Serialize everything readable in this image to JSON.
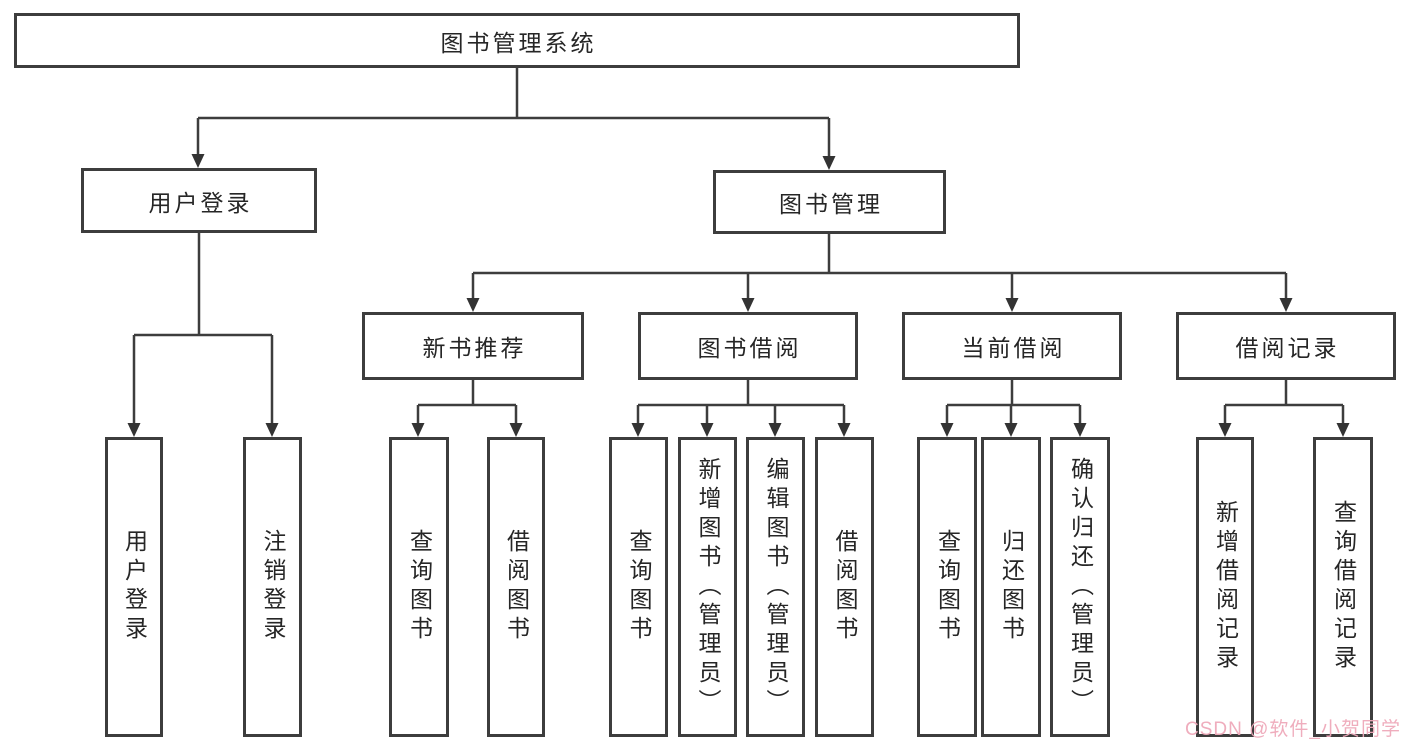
{
  "diagram": {
    "title_note": "functional structure tree",
    "colors": {
      "line": "#3d3d3d",
      "text": "#262626",
      "background": "#ffffff",
      "watermark": "#efa9ba"
    },
    "tree": {
      "root": {
        "label": "图书管理系统"
      },
      "level1": [
        {
          "label": "用户登录"
        },
        {
          "label": "图书管理"
        }
      ],
      "level2": [
        {
          "label": "新书推荐"
        },
        {
          "label": "图书借阅"
        },
        {
          "label": "当前借阅"
        },
        {
          "label": "借阅记录"
        }
      ],
      "leaves": {
        "user_login": [
          {
            "label": "用户登录"
          },
          {
            "label": "注销登录"
          }
        ],
        "new_books": [
          {
            "label": "查询图书"
          },
          {
            "label": "借阅图书"
          }
        ],
        "book_borrow": [
          {
            "label": "查询图书"
          },
          {
            "label": "新增图书（管理员）"
          },
          {
            "label": "编辑图书（管理员）"
          },
          {
            "label": "借阅图书"
          }
        ],
        "current_borrow": [
          {
            "label": "查询图书"
          },
          {
            "label": "归还图书"
          },
          {
            "label": "确认归还（管理员）"
          }
        ],
        "borrow_records": [
          {
            "label": "新增借阅记录"
          },
          {
            "label": "查询借阅记录"
          }
        ]
      }
    },
    "watermark": {
      "text": "CSDN @软件_小贺同学"
    }
  }
}
